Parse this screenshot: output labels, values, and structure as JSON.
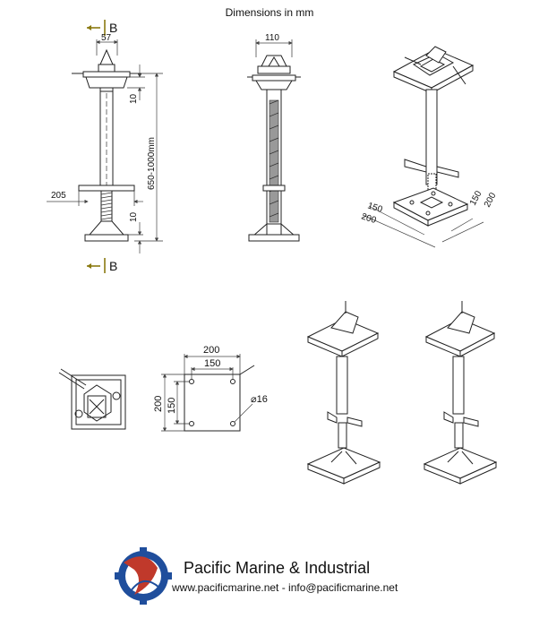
{
  "heading": "Dimensions in mm",
  "section": {
    "label": "B"
  },
  "dimensions": {
    "top_width": "57",
    "collar_height": "10",
    "height_range": "650-1000mm",
    "handle_width": "205",
    "foot_height": "10",
    "head_width": "110",
    "iso_plate_inner_a": "150",
    "iso_plate_outer_a": "200",
    "iso_plate_inner_b": "150",
    "iso_plate_outer_b": "200",
    "plate_width": "200",
    "plate_hole_spacing_x": "150",
    "plate_height": "200",
    "plate_hole_spacing_y": "150",
    "hole_diameter": "⌀16"
  },
  "company": {
    "name": "Pacific Marine & Industrial",
    "contact": "www.pacificmarine.net - info@pacificmarine.net"
  },
  "colors": {
    "accent": "#8a7a10",
    "logo_red": "#c0392b",
    "logo_blue": "#1f4e9c"
  },
  "icons": {
    "logo": "pacific-marine-logo-icon"
  }
}
